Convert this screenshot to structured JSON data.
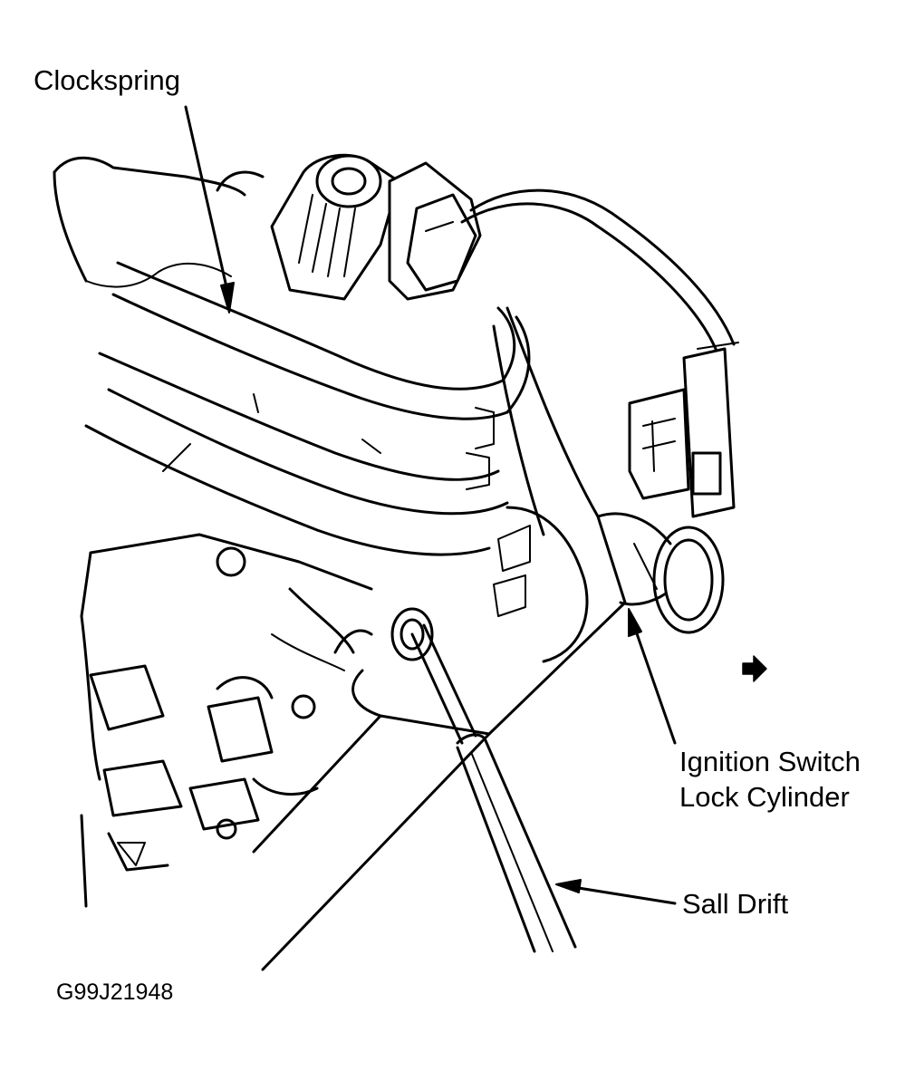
{
  "labels": {
    "clockspring": "Clockspring",
    "ignition_line1": "Ignition Switch",
    "ignition_line2": "Lock Cylinder",
    "drift": "Sall Drift",
    "figure_id": "G99J21948"
  },
  "colors": {
    "ink": "#000000",
    "background": "#ffffff"
  },
  "icons": {
    "continue": "arrow-right-icon"
  }
}
